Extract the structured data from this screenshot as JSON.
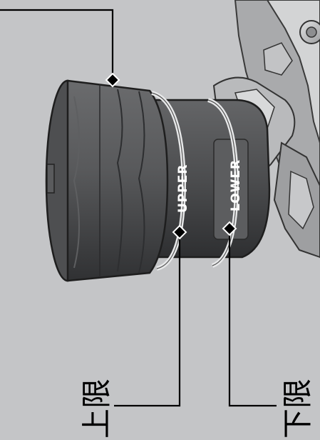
{
  "labels": {
    "upper_mark": "UPPER",
    "lower_mark": "LOWER",
    "upper_cn": "上限",
    "lower_cn": "下限"
  },
  "icons": {
    "reservoir": "brake-fluid-reservoir-illustration",
    "callout_marker": "diamond-marker"
  },
  "colors": {
    "background": "#c4c5c7",
    "reservoir_body": "#4a4a4c",
    "callout_line": "#000000"
  }
}
